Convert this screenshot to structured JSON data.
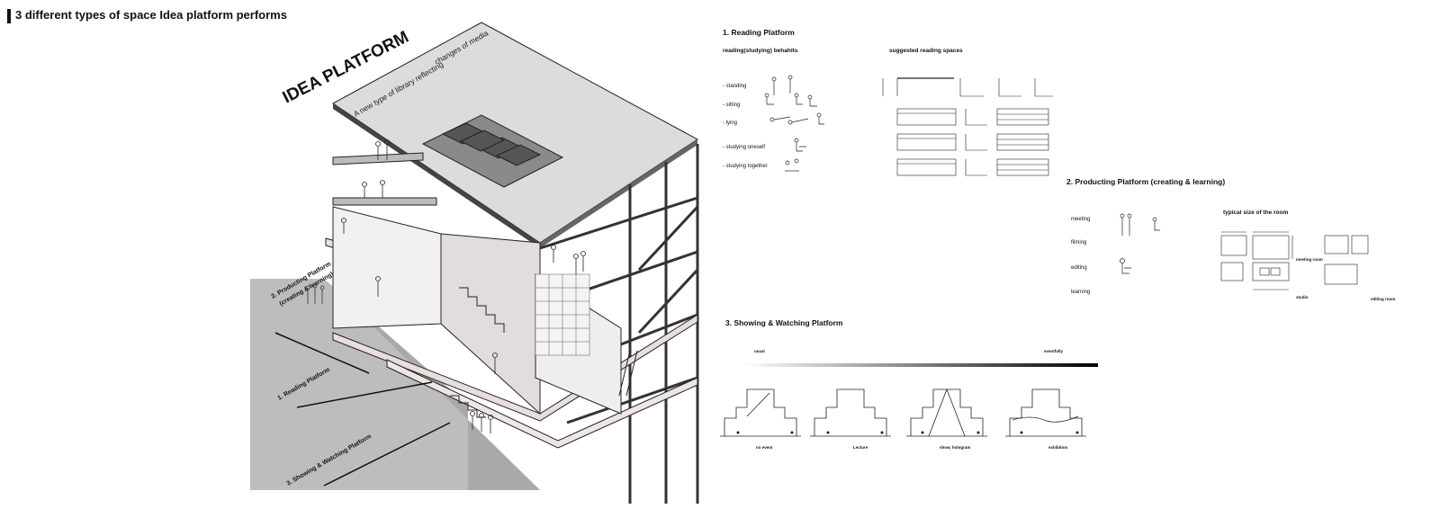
{
  "page": {
    "title": "3 different types of space Idea platform performs"
  },
  "axon": {
    "heading": "IDEA PLATFORM",
    "subheading_line1": "A new type of library reflecting",
    "subheading_line2": "changes of media",
    "label_producing_line1": "2. Producting Platform",
    "label_producing_line2": "(creating & learning)",
    "label_reading": "1. Reading Platform",
    "label_showing": "3. Showing & Watching Platform"
  },
  "reading": {
    "title": "1. Reading Platform",
    "behaviors_title": "reading(studying) behahits",
    "spaces_title": "suggested reading spaces",
    "behaviors": [
      "- standing",
      "- sitting",
      "- lying",
      "- studying oneself",
      "- studying together"
    ]
  },
  "producing": {
    "title": "2. Producting Platform (creating & learning)",
    "activities": [
      "meeting",
      "filming",
      "editing",
      "learning"
    ],
    "room_size_title": "typical size of the room",
    "room_labels": [
      "meeting room",
      "studio",
      "editing room"
    ]
  },
  "showing": {
    "title": "3. Showing & Watching Platform",
    "gradient_left": "usual",
    "gradient_right": "eventfully",
    "modes": [
      "no event",
      "Lecture",
      "show, hologram",
      "exhibition"
    ]
  }
}
